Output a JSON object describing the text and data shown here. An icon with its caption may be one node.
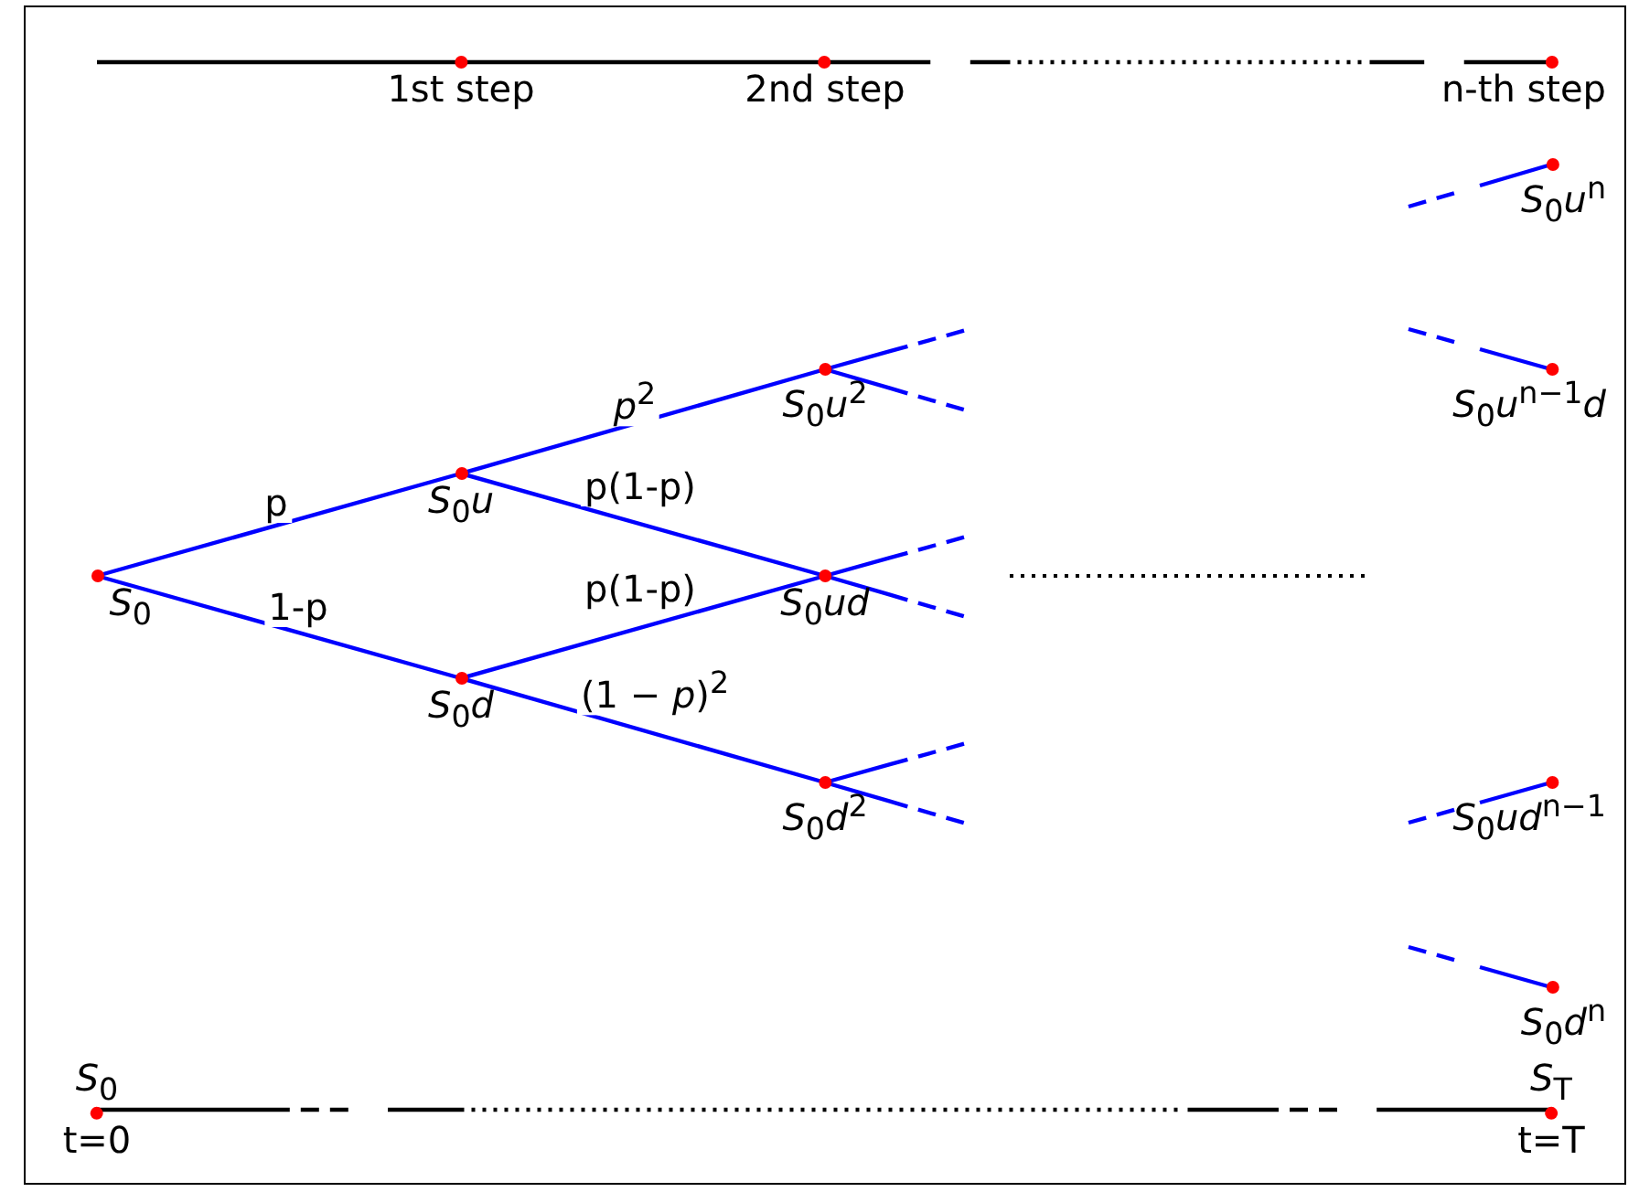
{
  "diagram": {
    "nodes": [
      {
        "text": [
          "*S*$_{0}$"
        ]
      },
      {
        "text": [
          "*S*$_{0}$*u*"
        ]
      },
      {
        "text": [
          "*S*$_{0}$*d*"
        ]
      },
      {
        "text": [
          "*S*$_{0}$*u*$^{2}$"
        ]
      },
      {
        "text": [
          "*S*$_{0}$*ud*"
        ]
      },
      {
        "text": [
          "*S*$_{0}$*d*$^{2}$"
        ]
      },
      {
        "text": [
          "*S*$_{0}$*u*$^{n}$"
        ]
      },
      {
        "text": [
          "*S*$_{0}$*u*$^{n−1}$*d*"
        ]
      },
      {
        "text": [
          "*S*$_{0}$*ud*$^{n−1}$"
        ]
      },
      {
        "text": [
          "*S*$_{0}$*d*$^{n}$"
        ]
      },
      {
        "text": [
          "1st step"
        ]
      },
      {
        "text": [
          "2nd step"
        ]
      },
      {
        "text": [
          "n-th step"
        ]
      },
      {
        "text": [
          "*S*$_{0}$",
          "t=0"
        ]
      },
      {
        "text": [
          "*S*$_{T}$",
          "t=T"
        ]
      }
    ],
    "edges": [
      {
        "from": 0,
        "to": 1,
        "arrow": "none",
        "label": "p"
      },
      {
        "from": 0,
        "to": 2,
        "arrow": "none",
        "label": "1-p"
      },
      {
        "from": 1,
        "to": 3,
        "arrow": "none",
        "label": "*p*$^{2}$"
      },
      {
        "from": 1,
        "to": 4,
        "arrow": "none",
        "label": "p(1-p)"
      },
      {
        "from": 2,
        "to": 4,
        "arrow": "none",
        "label": "p(1-p)"
      },
      {
        "from": 2,
        "to": 5,
        "arrow": "none",
        "label": "(1 − *p*)$^{2}$"
      },
      {
        "from": 3,
        "to": null,
        "arrow": "none",
        "style": "dashed"
      },
      {
        "from": 3,
        "to": null,
        "arrow": "none",
        "style": "dashed"
      },
      {
        "from": 4,
        "to": null,
        "arrow": "none",
        "style": "dashed"
      },
      {
        "from": 4,
        "to": null,
        "arrow": "none",
        "style": "dashed"
      },
      {
        "from": 5,
        "to": null,
        "arrow": "none",
        "style": "dashed"
      },
      {
        "from": 5,
        "to": null,
        "arrow": "none",
        "style": "dashed"
      },
      {
        "from": null,
        "to": 6,
        "arrow": "none",
        "style": "dashed"
      },
      {
        "from": null,
        "to": 7,
        "arrow": "none",
        "style": "dashed"
      },
      {
        "from": null,
        "to": 8,
        "arrow": "none",
        "style": "dashed"
      },
      {
        "from": null,
        "to": 9,
        "arrow": "none",
        "style": "dashed"
      },
      {
        "from": null,
        "to": 10,
        "arrow": "none",
        "color": "#000000"
      },
      {
        "from": 10,
        "to": 11,
        "arrow": "none",
        "color": "#000000"
      },
      {
        "from": 11,
        "to": 12,
        "arrow": "none",
        "style": "dashed",
        "color": "#000000"
      },
      {
        "from": 13,
        "to": 14,
        "arrow": "none",
        "style": "dashed",
        "color": "#000000"
      }
    ]
  }
}
